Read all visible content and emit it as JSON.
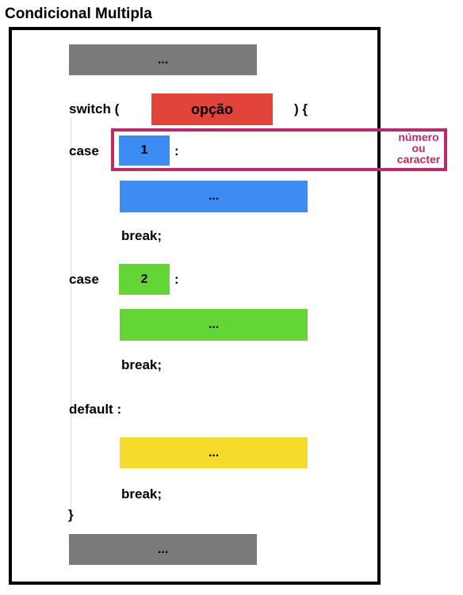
{
  "title": "Condicional Multipla",
  "top_block": "...",
  "switch_keyword": "switch (",
  "switch_option": "opção",
  "switch_close": ") {",
  "case1": {
    "keyword": "case",
    "value": "1",
    "colon": ":",
    "body": "...",
    "break": "break;"
  },
  "case2": {
    "keyword": "case",
    "value": "2",
    "colon": ":",
    "body": "...",
    "break": "break;"
  },
  "default": {
    "keyword": "default :",
    "body": "...",
    "break": "break;"
  },
  "closing_brace": "}",
  "bottom_block": "...",
  "annotation": {
    "line1": "número",
    "line2": "ou",
    "line3": "caracter"
  },
  "colors": {
    "frame": "#000000",
    "gray_block": "#7a7a7a",
    "option_red": "#e2443a",
    "case1_blue": "#3c8cf4",
    "case2_green": "#63d534",
    "default_yellow": "#f6dc2a",
    "highlight_magenta": "#c1276b"
  }
}
